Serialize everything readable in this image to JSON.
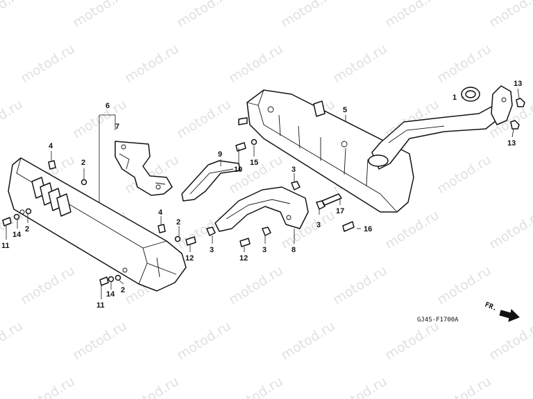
{
  "watermark": {
    "text": "motod.ru"
  },
  "callouts": [
    {
      "id": "c1",
      "label": "1"
    },
    {
      "id": "c2a",
      "label": "2"
    },
    {
      "id": "c2b",
      "label": "2"
    },
    {
      "id": "c2c",
      "label": "2"
    },
    {
      "id": "c2d",
      "label": "2"
    },
    {
      "id": "c3a",
      "label": "3"
    },
    {
      "id": "c3b",
      "label": "3"
    },
    {
      "id": "c3c",
      "label": "3"
    },
    {
      "id": "c3d",
      "label": "3"
    },
    {
      "id": "c4a",
      "label": "4"
    },
    {
      "id": "c4b",
      "label": "4"
    },
    {
      "id": "c5",
      "label": "5"
    },
    {
      "id": "c6",
      "label": "6"
    },
    {
      "id": "c7",
      "label": "7"
    },
    {
      "id": "c8",
      "label": "8"
    },
    {
      "id": "c9",
      "label": "9"
    },
    {
      "id": "c10",
      "label": "10"
    },
    {
      "id": "c11a",
      "label": "11"
    },
    {
      "id": "c11b",
      "label": "11"
    },
    {
      "id": "c12a",
      "label": "12"
    },
    {
      "id": "c12b",
      "label": "12"
    },
    {
      "id": "c13a",
      "label": "13"
    },
    {
      "id": "c13b",
      "label": "13"
    },
    {
      "id": "c14a",
      "label": "14"
    },
    {
      "id": "c14b",
      "label": "14"
    },
    {
      "id": "c15",
      "label": "15"
    },
    {
      "id": "c16",
      "label": "16"
    },
    {
      "id": "c17",
      "label": "17"
    }
  ],
  "diagram_code": "GJ4S-F1700A",
  "direction_marker": "FR."
}
